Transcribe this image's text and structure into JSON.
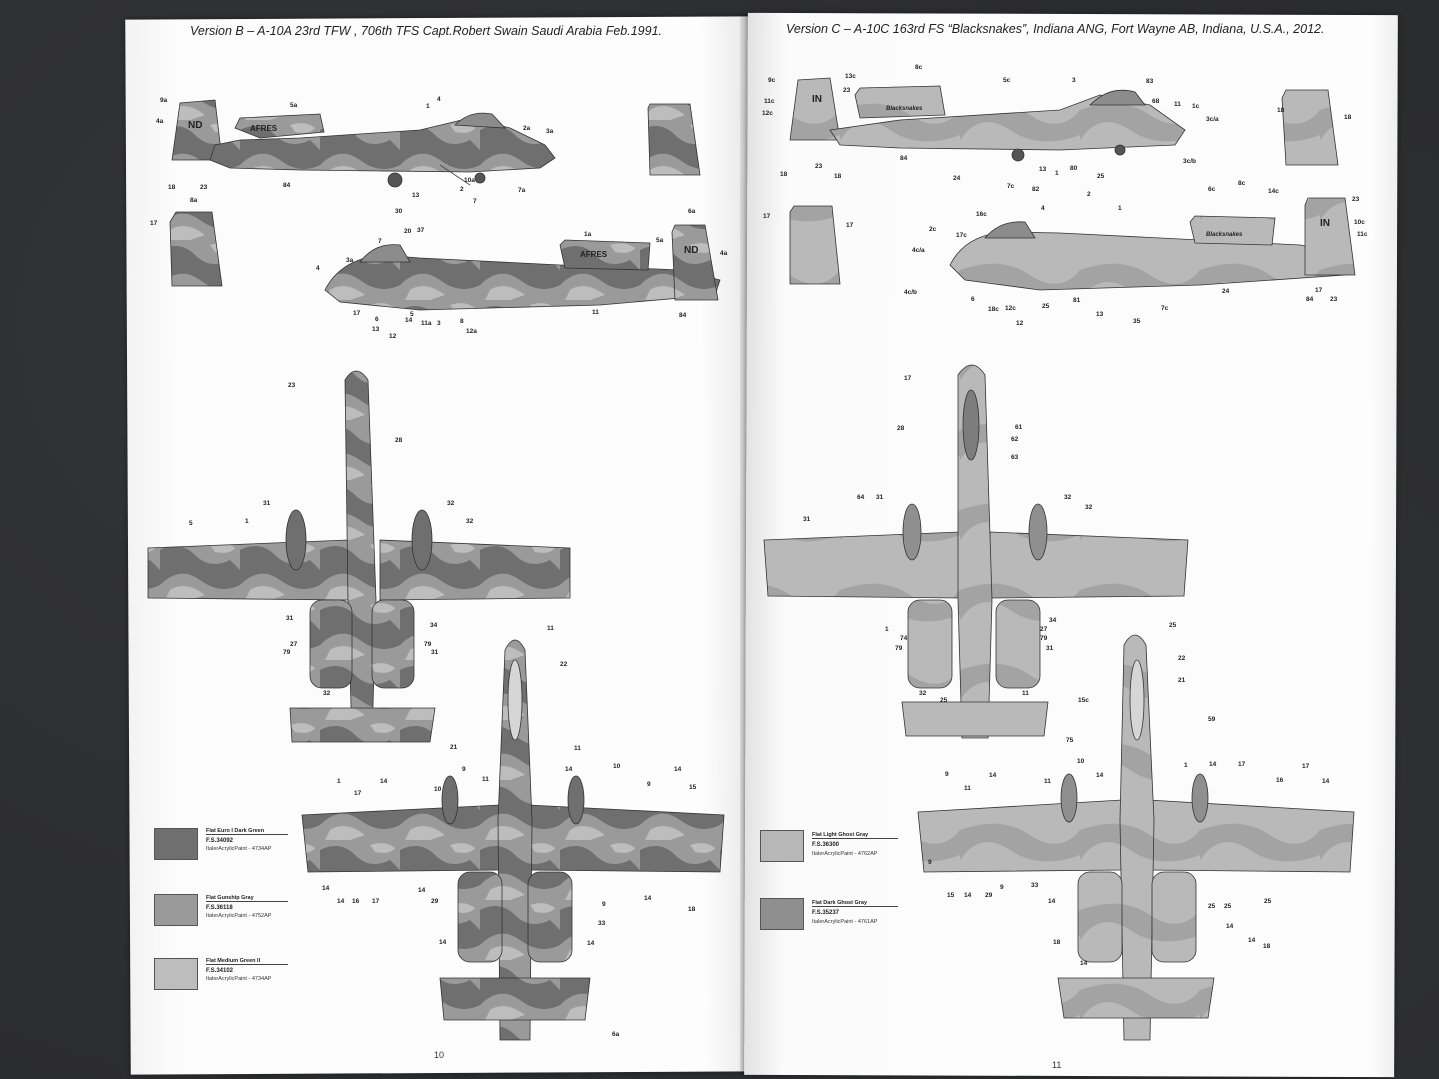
{
  "left_page": {
    "header": "Version B – A-10A   23rd TFW , 706th TFS  Capt.Robert Swain Saudi Arabia Feb.1991.",
    "page_number": "10",
    "markings": {
      "tail_code": "ND",
      "fuselage_text": "AFRES"
    },
    "colors": [
      {
        "name": "Flat Euro I Dark Green",
        "fs": "F.S.34092",
        "paint": "ItalerAcrylicPaint - 4734AP",
        "hex": "#6f6f6f"
      },
      {
        "name": "Flat Gunship Gray",
        "fs": "F.S.36118",
        "paint": "ItalerAcrylicPaint - 4752AP",
        "hex": "#9a9a9a"
      },
      {
        "name": "Flat Medium Green II",
        "fs": "F.S.34102",
        "paint": "ItalerAcrylicPaint - 4734AP",
        "hex": "#bdbdbd"
      }
    ]
  },
  "right_page": {
    "header": "Version C – A-10C 163rd FS “Blacksnakes”, Indiana ANG, Fort Wayne AB, Indiana, U.S.A., 2012.",
    "page_number": "11",
    "markings": {
      "tail_code": "IN",
      "nose_art": "Blacksnakes"
    },
    "colors": [
      {
        "name": "Flat Light Ghost Gray",
        "fs": "F.S.36300",
        "paint": "ItalerAcrylicPaint - 4762AP",
        "hex": "#b7b7b7"
      },
      {
        "name": "Flat Dark Ghost Gray",
        "fs": "F.S.35237",
        "paint": "ItalerAcrylicPaint - 4761AP",
        "hex": "#8f8f8f"
      }
    ]
  },
  "callouts": [
    "9a",
    "4a",
    "5a",
    "1",
    "4",
    "2a",
    "3a",
    "10a",
    "7a",
    "18",
    "23",
    "84",
    "13",
    "7",
    "2",
    "8a",
    "17",
    "6a",
    "30",
    "7",
    "37",
    "20",
    "4",
    "3a",
    "1a",
    "5a",
    "4a",
    "17",
    "6",
    "14",
    "5",
    "11a",
    "3",
    "8",
    "13",
    "12",
    "12a",
    "11",
    "84",
    "23",
    "28",
    "5",
    "1",
    "31",
    "32",
    "32",
    "31",
    "34",
    "27",
    "79",
    "79",
    "31",
    "32",
    "11",
    "22",
    "21",
    "10",
    "9",
    "11",
    "14",
    "11",
    "10",
    "9",
    "14",
    "15",
    "17",
    "1",
    "14",
    "14",
    "14",
    "16",
    "17",
    "14",
    "29",
    "9",
    "33",
    "14",
    "14",
    "14",
    "18",
    "6a",
    "9c",
    "13c",
    "8c",
    "11c",
    "12c",
    "23",
    "5c",
    "3",
    "83",
    "68",
    "11",
    "1c",
    "3c/a",
    "3c/b",
    "18",
    "23",
    "18",
    "84",
    "24",
    "7c",
    "13",
    "1",
    "80",
    "25",
    "18",
    "18",
    "17",
    "17",
    "2c",
    "16c",
    "17c",
    "4c/a",
    "4c/b",
    "6",
    "82",
    "4",
    "2",
    "1",
    "6c",
    "8c",
    "14c",
    "23",
    "10c",
    "11c",
    "12c",
    "18c",
    "12",
    "25",
    "81",
    "13",
    "35",
    "7c",
    "24",
    "84",
    "17",
    "23",
    "17",
    "28",
    "61",
    "62",
    "63",
    "64",
    "31",
    "32",
    "32",
    "31",
    "1",
    "34",
    "27",
    "74",
    "79",
    "79",
    "31",
    "32",
    "25",
    "11",
    "25",
    "22",
    "21",
    "15c",
    "59",
    "75",
    "10",
    "11",
    "9",
    "14",
    "14",
    "11",
    "1",
    "14",
    "17",
    "16",
    "17",
    "14",
    "9",
    "15",
    "14",
    "29",
    "9",
    "33",
    "14",
    "25",
    "25",
    "25",
    "14",
    "14",
    "18",
    "18",
    "14"
  ]
}
